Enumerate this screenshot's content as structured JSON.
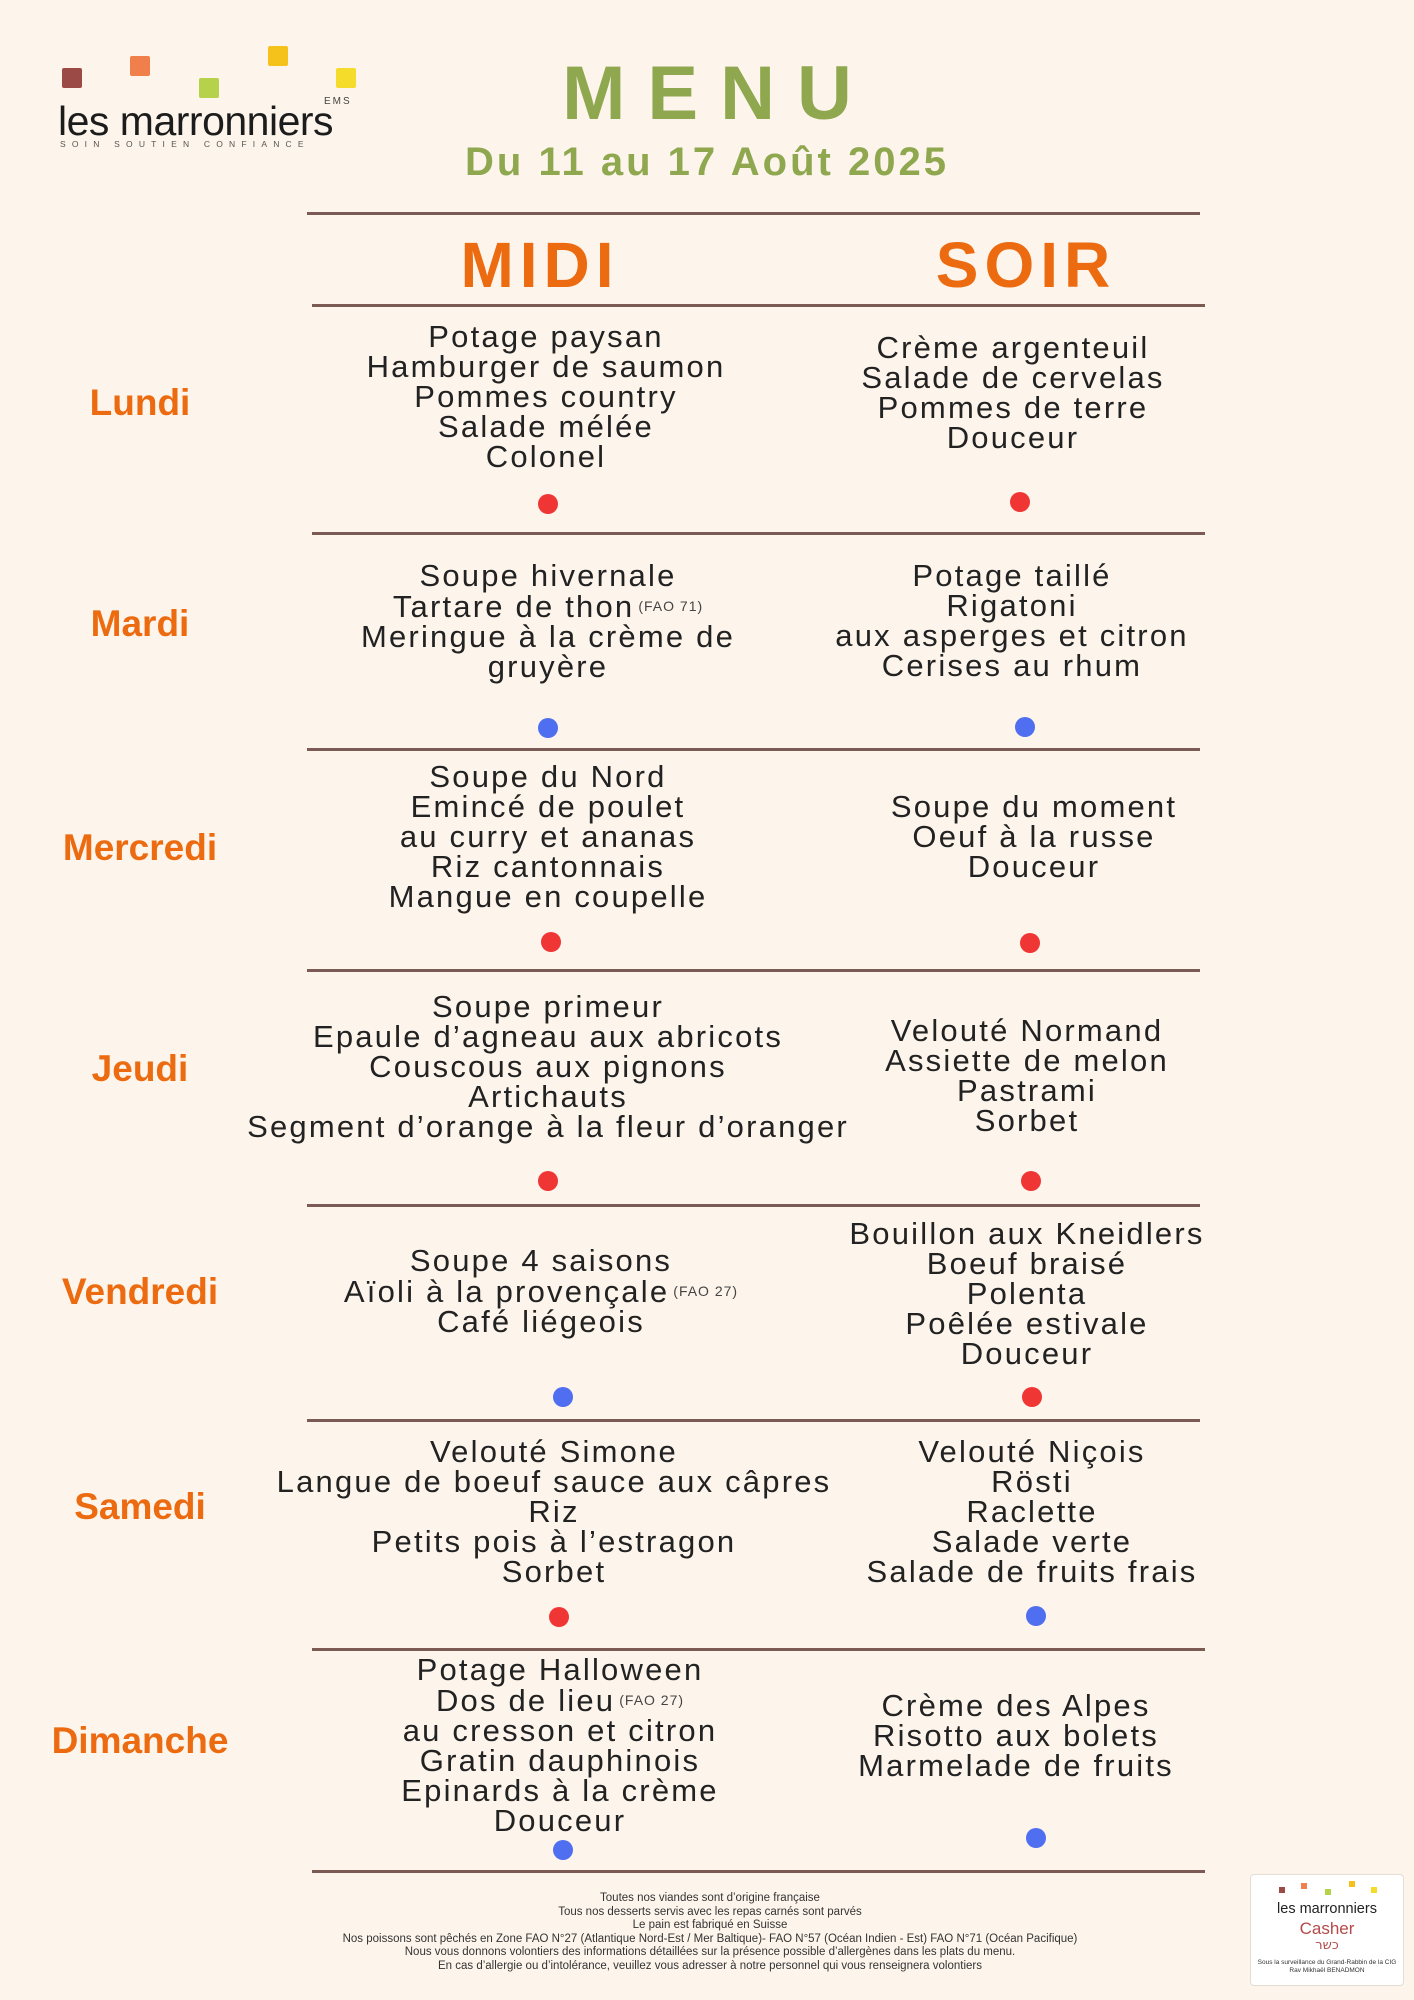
{
  "logo": {
    "name": "les marronniers",
    "ems": "EMS",
    "tagline": "SOIN SOUTIEN CONFIANCE",
    "colors": [
      "#9c4a46",
      "#f07f4c",
      "#b6d14a",
      "#f5c21b",
      "#f6dc2a"
    ]
  },
  "header": {
    "title": "MENU",
    "dates": "Du 11 au 17 Août 2025",
    "midi": "MIDI",
    "soir": "SOIR"
  },
  "colors": {
    "accent_orange": "#ec6b10",
    "accent_green": "#8fa84f",
    "dot_red": "#f03535",
    "dot_blue": "#4f6ef0"
  },
  "days": [
    {
      "name": "Lundi",
      "midi": [
        "Potage paysan",
        "Hamburger de saumon",
        "Pommes country",
        "Salade mélée",
        "Colonel"
      ],
      "soir": [
        "Crème argenteuil",
        "Salade de cervelas",
        "Pommes de terre",
        "Douceur"
      ],
      "midi_dot": "red",
      "soir_dot": "red"
    },
    {
      "name": "Mardi",
      "midi": [
        "Soupe hivernale",
        "Tartare de thon",
        "Meringue à la crème de",
        "gruyère"
      ],
      "midi_fao": {
        "1": "(FAO 71)"
      },
      "soir": [
        "Potage taillé",
        "Rigatoni",
        "aux asperges et citron",
        "Cerises au rhum"
      ],
      "midi_dot": "blue",
      "soir_dot": "blue"
    },
    {
      "name": "Mercredi",
      "midi": [
        "Soupe du Nord",
        "Emincé de poulet",
        "au curry et ananas",
        "Riz cantonnais",
        "Mangue en coupelle"
      ],
      "soir": [
        "Soupe du moment",
        "Oeuf à la russe",
        "Douceur"
      ],
      "midi_dot": "red",
      "soir_dot": "red"
    },
    {
      "name": "Jeudi",
      "midi": [
        "Soupe primeur",
        "Epaule d’agneau aux abricots",
        "Couscous aux pignons",
        "Artichauts",
        "Segment d’orange à la fleur d’oranger"
      ],
      "soir": [
        "Velouté Normand",
        "Assiette de melon",
        "Pastrami",
        "Sorbet"
      ],
      "midi_dot": "red",
      "soir_dot": "red"
    },
    {
      "name": "Vendredi",
      "midi": [
        "Soupe 4 saisons",
        "Aïoli à la provençale",
        "Café liégeois"
      ],
      "midi_fao": {
        "1": "(FAO 27)"
      },
      "soir": [
        "Bouillon aux Kneidlers",
        "Boeuf braisé",
        "Polenta",
        "Poêlée estivale",
        "Douceur"
      ],
      "midi_dot": "blue",
      "soir_dot": "red"
    },
    {
      "name": "Samedi",
      "midi": [
        "Velouté Simone",
        "Langue de boeuf sauce aux câpres",
        "Riz",
        "Petits pois à l’estragon",
        "Sorbet"
      ],
      "soir": [
        "Velouté Niçois",
        "Rösti",
        "Raclette",
        "Salade verte",
        "Salade de fruits frais"
      ],
      "midi_dot": "red",
      "soir_dot": "blue"
    },
    {
      "name": "Dimanche",
      "midi": [
        "Potage Halloween",
        "Dos de lieu",
        "au cresson et citron",
        "Gratin dauphinois",
        "Epinards à la crème",
        "Douceur"
      ],
      "midi_fao": {
        "1": "(FAO  27)"
      },
      "soir": [
        "Crème des Alpes",
        "Risotto aux bolets",
        "Marmelade de fruits"
      ],
      "midi_dot": "blue",
      "soir_dot": "blue"
    }
  ],
  "footer": [
    "Toutes nos viandes sont d’origine française",
    "Tous nos desserts servis avec les repas carnés sont parvés",
    "Le pain est fabriqué en Suisse",
    "Nos poissons sont pêchés en Zone FAO N°27 (Atlantique Nord-Est / Mer Baltique)- FAO N°57 (Océan Indien - Est) FAO N°71 (Océan Pacifique)",
    "Nous vous donnons volontiers des informations détaillées sur la présence possible d’allergènes dans les plats du menu.",
    "En cas d’allergie ou d’intolérance, veuillez vous adresser à notre personnel qui vous renseignera volontiers"
  ],
  "casher": {
    "name": "les marronniers",
    "label": "Casher",
    "hebrew": "כשר",
    "supervision": "Sous la surveillance du Grand-Rabbin de la CIG Rav Mikhaël BENADMON"
  }
}
